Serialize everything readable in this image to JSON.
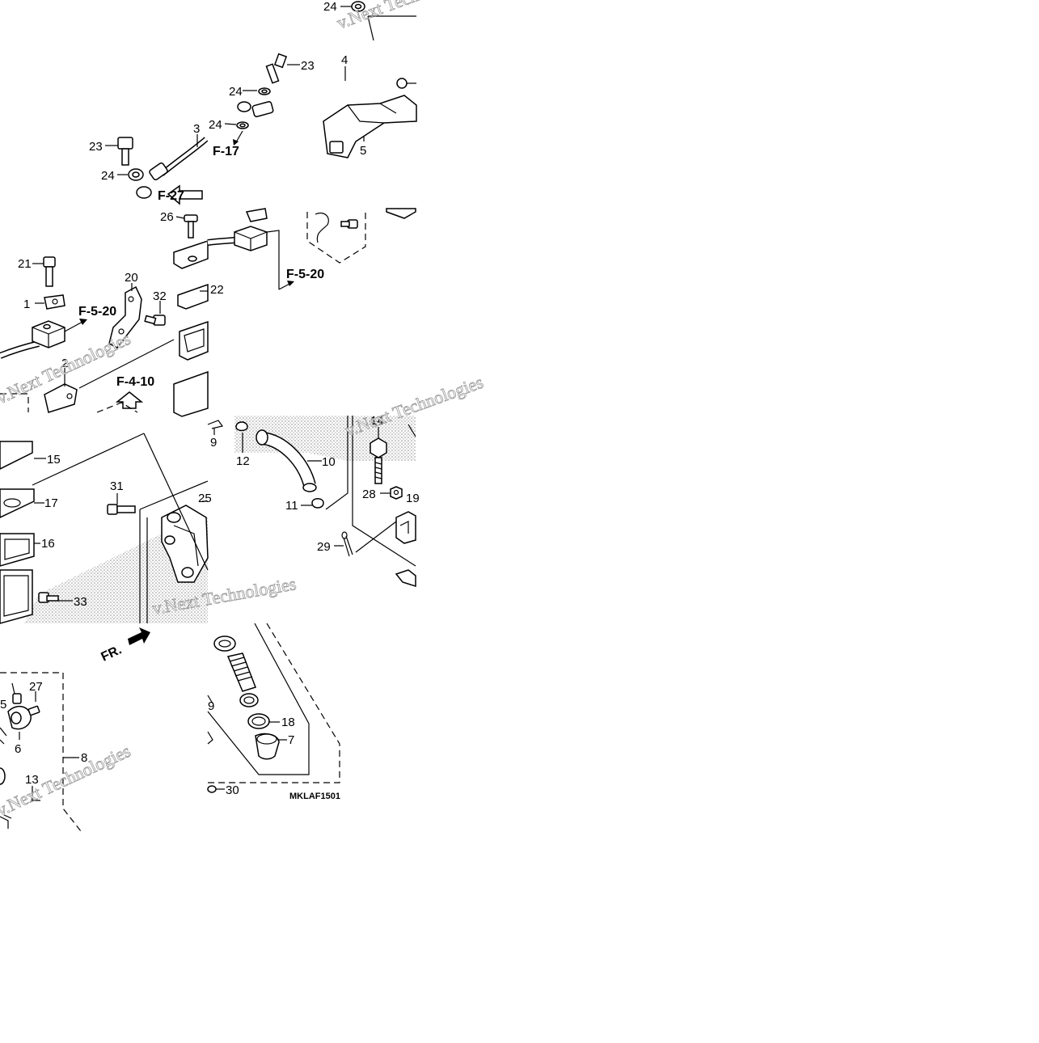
{
  "callouts": {
    "p1": "1",
    "p2": "2",
    "p3": "3",
    "p4": "4",
    "p5": "5",
    "p6": "6",
    "p7": "7",
    "p8": "8",
    "p9": "9",
    "p10": "10",
    "p11": "11",
    "p12": "12",
    "p13": "13",
    "p14": "14",
    "p15": "15",
    "p16": "16",
    "p17": "17",
    "p18": "18",
    "p19": "19",
    "p20": "20",
    "p21": "21",
    "p22": "22",
    "p23a": "23",
    "p23b": "23",
    "p24a": "24",
    "p24b": "24",
    "p24c": "24",
    "p24d": "24",
    "p25": "25",
    "p26": "26",
    "p27": "27",
    "p28": "28",
    "p29": "29",
    "p30": "30",
    "p31": "31",
    "p32": "32",
    "p33": "33",
    "p5b": "5",
    "p9b": "9"
  },
  "references": {
    "f17": "F-17",
    "f27": "F-27",
    "f520a": "F-5-20",
    "f520b": "F-5-20",
    "f410": "F-4-10"
  },
  "front_label": "FR.",
  "diagram_code": "MKLAF1501",
  "watermark_text": "v.Next Technologies",
  "colors": {
    "ink": "#000000",
    "stipple": "#b8b8b8",
    "background": "#ffffff"
  }
}
